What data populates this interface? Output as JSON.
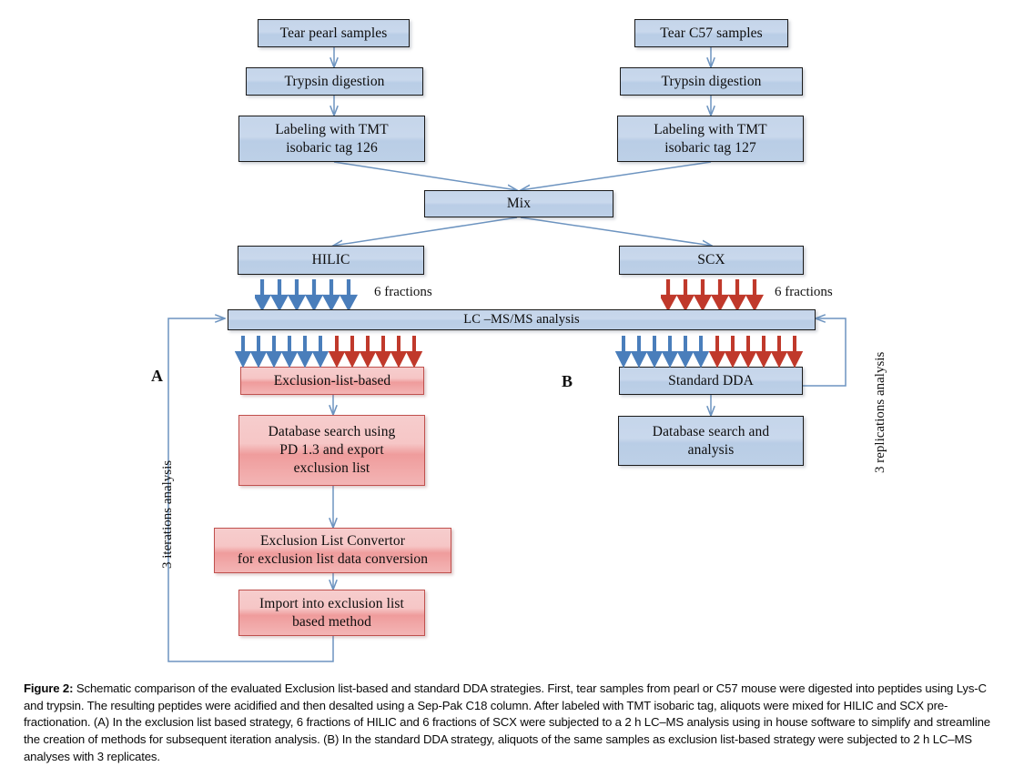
{
  "figure": {
    "label": "Figure 2:",
    "caption": " Schematic comparison of the evaluated Exclusion list-based and standard DDA strategies. First, tear samples from pearl or C57 mouse were digested into peptides using Lys-C and trypsin. The resulting peptides were acidified and then desalted using a Sep-Pak C18 column. After labeled with TMT isobaric tag, aliquots were mixed for HILIC and SCX pre-fractionation. (A) In the exclusion list based strategy, 6 fractions of HILIC and 6 fractions of SCX were subjected to a 2 h LC–MS analysis using in house software to simplify and streamline the creation of methods for subsequent iteration analysis. (B) In the standard DDA strategy, aliquots of the same samples as exclusion list-based strategy were subjected to 2 h LC–MS analyses with 3 replicates."
  },
  "colors": {
    "blue_fill": "#c5d5ea",
    "blue_border": "#1a1a1a",
    "red_fill": "#f3b5b5",
    "red_border": "#c0504d",
    "blue_arrow": "#4a7ebb",
    "red_arrow": "#c0392b",
    "connector": "#5b85b5"
  },
  "nodes": {
    "tear_pearl": "Tear  pearl samples",
    "trypsin_left": "Trypsin digestion",
    "tmt126": "Labeling with TMT\nisobaric tag 126",
    "tear_c57": "Tear C57 samples",
    "trypsin_right": "Trypsin digestion",
    "tmt127": "Labeling with TMT\nisobaric tag 127",
    "mix": "Mix",
    "hilic": "HILIC",
    "scx": "SCX",
    "lcmsms": "LC –MS/MS analysis",
    "exclusion_list_based": "Exclusion-list-based",
    "database_search_pd": "Database search using\nPD 1.3 and export\nexclusion list",
    "exclusion_convertor": "Exclusion List  Convertor\nfor exclusion list data conversion",
    "import_exclusion": "Import into exclusion list\nbased method",
    "standard_dda": "Standard DDA",
    "database_search_analysis": "Database search and\nanalysis"
  },
  "annotations": {
    "panel_a": "A",
    "panel_b": "B",
    "fractions_left": "6 fractions",
    "fractions_right": "6 fractions",
    "iterations_loop": "3  iterations analysis",
    "replications_loop": "3 replications analysis"
  },
  "arrow_groups": {
    "hilic_fractions": {
      "count": 6,
      "color": "blue"
    },
    "scx_fractions": {
      "count": 6,
      "color": "red"
    },
    "left_branch": {
      "blue": 6,
      "red": 6
    },
    "right_branch": {
      "blue": 6,
      "red": 6
    }
  }
}
